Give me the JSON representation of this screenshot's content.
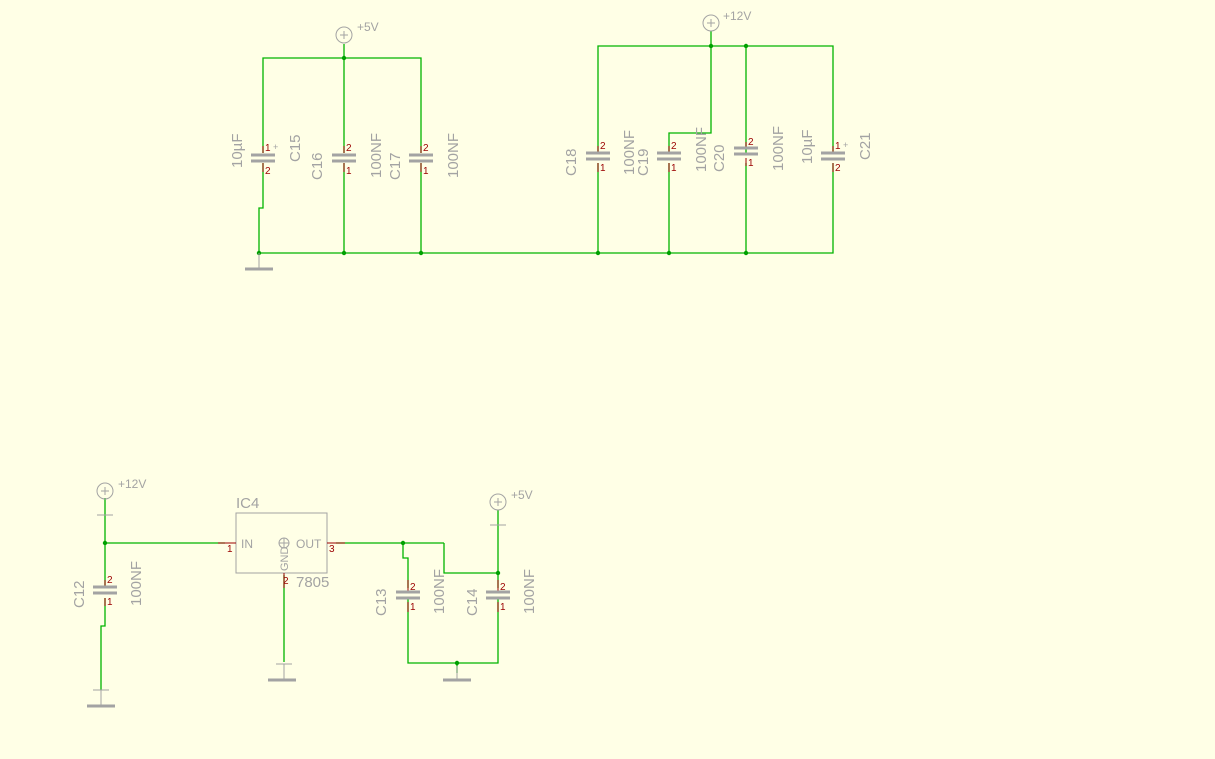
{
  "colors": {
    "background": "#ffffe6",
    "wire": "#00b400",
    "junction": "#00a000",
    "part": "#a3a3a3",
    "pin": "#9b0000"
  },
  "supplies": {
    "top_5v": "+5V",
    "top_12v": "+12V",
    "reg_12v": "+12V",
    "reg_5v": "+5V"
  },
  "capacitors": {
    "C15": {
      "name": "C15",
      "value": "10µF",
      "pin_top": "1",
      "pin_bottom": "2",
      "polarity": "+"
    },
    "C16": {
      "name": "C16",
      "value": "100NF",
      "pin_top": "2",
      "pin_bottom": "1"
    },
    "C17": {
      "name": "C17",
      "value": "100NF",
      "pin_top": "2",
      "pin_bottom": "1"
    },
    "C18": {
      "name": "C18",
      "value": "100NF",
      "pin_top": "2",
      "pin_bottom": "1"
    },
    "C19": {
      "name": "C19",
      "value": "100NF",
      "pin_top": "2",
      "pin_bottom": "1"
    },
    "C20": {
      "name": "C20",
      "value": "100NF",
      "pin_top": "2",
      "pin_bottom": "1"
    },
    "C21": {
      "name": "C21",
      "value": "10µF",
      "pin_top": "1",
      "pin_bottom": "2",
      "polarity": "+"
    },
    "C12": {
      "name": "C12",
      "value": "100NF",
      "pin_top": "2",
      "pin_bottom": "1"
    },
    "C13": {
      "name": "C13",
      "value": "100NF",
      "pin_top": "2",
      "pin_bottom": "1"
    },
    "C14": {
      "name": "C14",
      "value": "100NF",
      "pin_top": "2",
      "pin_bottom": "1"
    }
  },
  "regulator": {
    "name": "IC4",
    "value": "7805",
    "pin_in_label": "IN",
    "pin_out_label": "OUT",
    "pin_gnd_label": "GND",
    "pin_in_num": "1",
    "pin_out_num": "3",
    "pin_gnd_num": "2"
  }
}
